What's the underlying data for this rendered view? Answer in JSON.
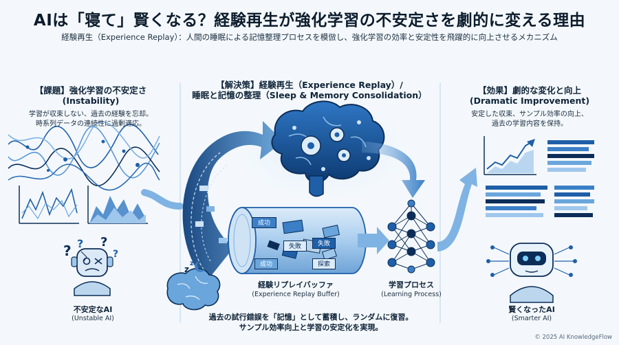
{
  "header": {
    "title": "AIは「寝て」賢くなる？経験再生が強化学習の不安定さを劇的に変える理由",
    "subtitle": "経験再生（Experience Replay）：人間の睡眠による記憶整理プロセスを模倣し、強化学習の効率と安定性を飛躍的に向上させるメカニズム"
  },
  "problem": {
    "title": "【課題】強化学習の不安定さ",
    "title_en": "(Instability)",
    "desc_1": "学習が収束しない、過去の経験を忘却。",
    "desc_2": "時系列データの連続性に過剰適応。",
    "robot_label": "不安定なAI",
    "robot_label_en": "(Unstable AI)"
  },
  "solution": {
    "title": "【解決策】経験再生（Experience Replay）/",
    "title_2": "睡眠と記憶の整理（Sleep & Memory Consolidation）",
    "buffer_label": "経験リプレイバッファ",
    "buffer_label_en": "(Experience Replay Buffer)",
    "learning_label": "学習プロセス",
    "learning_label_en": "(Learning Process)",
    "cards": [
      "成功",
      "失敗",
      "失敗",
      "成功",
      "探索"
    ],
    "desc_1": "過去の試行錯誤を「記憶」として蓄積し、ランダムに復習。",
    "desc_2": "サンプル効率向上と学習の安定化を実現。"
  },
  "effect": {
    "title": "【効果】劇的な変化と向上",
    "title_en": "(Dramatic Improvement)",
    "desc_1": "安定した収束、サンプル効率の向上、",
    "desc_2": "過去の学習内容を保持。",
    "robot_label": "賢くなったAI",
    "robot_label_en": "(Smarter AI)"
  },
  "footer": {
    "copyright": "© 2025 AI KnowledgeFlow"
  },
  "colors": {
    "primary": "#1e5fa8",
    "light": "#7fb3e3",
    "dark": "#0c2d57",
    "bg": "#f4f8fc"
  },
  "icons": [
    "brain-gear-icon",
    "sleeping-brain-icon",
    "unstable-robot-icon",
    "smart-robot-icon",
    "neural-network-icon",
    "growth-chart-icon"
  ]
}
